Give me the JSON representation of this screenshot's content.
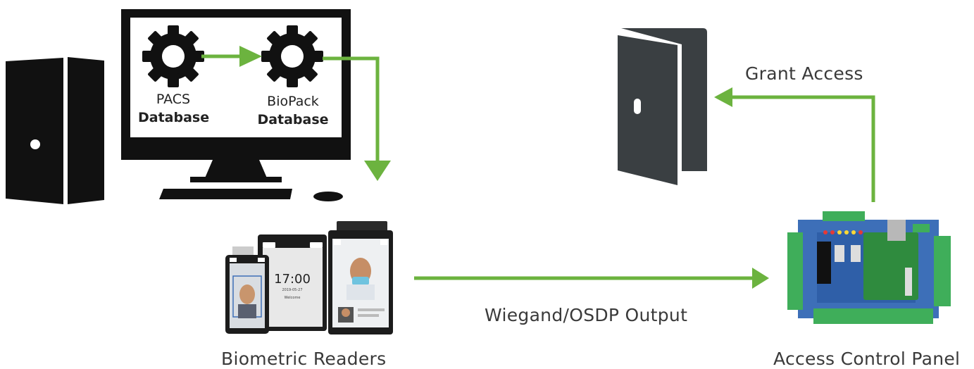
{
  "diagram": {
    "pacs_db": {
      "line1": "PACS",
      "line2": "Database"
    },
    "biopack_db": {
      "line1": "BioPack",
      "line2": "Database"
    },
    "grant_access": "Grant Access",
    "wiegand_output": "Wiegand/OSDP Output",
    "biometric_readers": "Biometric Readers",
    "access_control_panel": "Access Control Panel",
    "reader_clock": "17:00",
    "reader_date": "2019-05-27",
    "reader_welcome": "Welcome"
  },
  "colors": {
    "arrow": "#6cb33f",
    "device_dark": "#1e1e1e",
    "door": "#3a3f42",
    "pcb": "#2a8a4a",
    "pcb_blue": "#3d6fb8"
  },
  "icons": [
    "pc-tower-icon",
    "monitor-icon",
    "gear-icon",
    "keyboard-icon",
    "mouse-icon",
    "door-icon",
    "reader-device",
    "control-panel-board"
  ]
}
